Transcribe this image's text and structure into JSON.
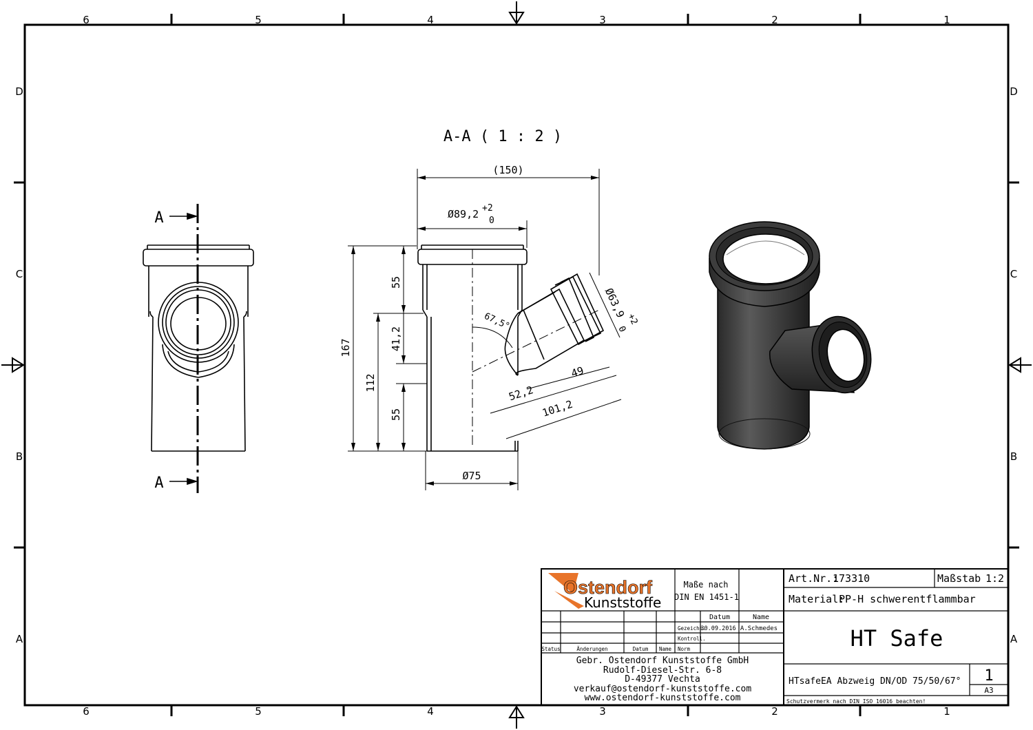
{
  "frame": {
    "columns_top": [
      "6",
      "5",
      "4",
      "3",
      "2",
      "1"
    ],
    "columns_bottom": [
      "6",
      "5",
      "4",
      "3",
      "2",
      "1"
    ],
    "rows_left": [
      "D",
      "C",
      "B",
      "A"
    ],
    "rows_right": [
      "D",
      "C",
      "B",
      "A"
    ]
  },
  "views": {
    "section_title": "A-A ( 1 : 2 )",
    "section_marker_top": "A",
    "section_marker_bottom": "A"
  },
  "dimensions": {
    "total_width": "(150)",
    "socket_diameter": "Ø89,2",
    "socket_tol_upper": "+2",
    "socket_tol_lower": "0",
    "pipe_diameter": "Ø75",
    "branch_diameter": "Ø63,9",
    "branch_tol_upper": "+2",
    "branch_tol_lower": "0",
    "angle": "67,5°",
    "height_total": "167",
    "height_112": "112",
    "upper_55": "55",
    "mid_41": "41,2",
    "lower_55": "55",
    "branch_49": "49",
    "branch_52": "52,2",
    "branch_101": "101,2"
  },
  "title_block": {
    "logo_top": "Ostendorf",
    "logo_bottom": "Kunststoffe",
    "norm_line1": "Maße nach",
    "norm_line2": "DIN EN 1451-1",
    "col_datum": "Datum",
    "col_name": "Name",
    "row_gezeichn": "Gezeichn.",
    "gezeichn_date": "30.09.2016",
    "gezeichn_name": "A.Schmedes",
    "row_kontroll": "Kontroll.",
    "row_norm": "Norm",
    "status_label": "Status",
    "aenderungen_label": "Änderungen",
    "datum_label": "Datum",
    "name_label": "Name",
    "address1": "Gebr. Ostendorf Kunststoffe GmbH",
    "address2": "Rudolf-Diesel-Str. 6-8",
    "address3": "D-49377 Vechta",
    "address4": "verkauf@ostendorf-kunststoffe.com",
    "address5": "www.ostendorf-kunststoffe.com",
    "art_nr_label": "Art.Nr.:",
    "art_nr": "173310",
    "scale_label": "Maßstab",
    "scale": "1:2",
    "material_label": "Material:",
    "material": "PP-H schwerentflammbar",
    "product": "HT Safe",
    "description": "HTsafeEA Abzweig DN/OD 75/50/67°",
    "sheet": "1",
    "format": "A3",
    "protection": "Schutzvermerk nach DIN ISO 16016 beachten!"
  },
  "colors": {
    "logo_orange": "#e8742a",
    "line": "#000000",
    "body_dark": "#3a3a3a"
  }
}
